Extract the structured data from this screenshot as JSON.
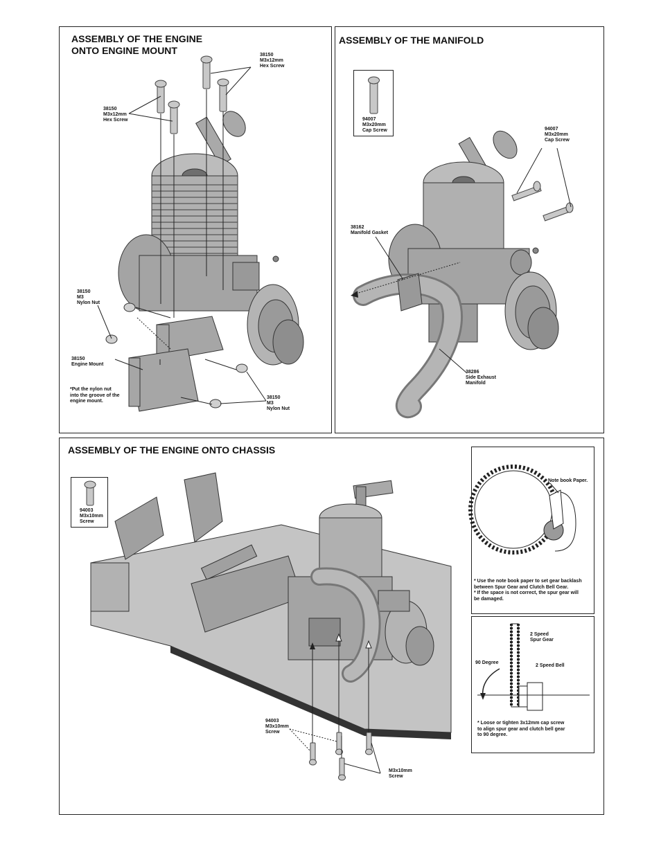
{
  "engine_mount": {
    "title": "ASSEMBLY OF THE ENGINE\nONTO ENGINE MOUNT",
    "label_hex_screw_top": "38150\nM3x12mm\nHex Screw",
    "label_hex_screw_left": "38150\nM3x12mm\nHex Screw",
    "label_nylon_nut_left": "38150\nM3\nNylon Nut",
    "label_engine_mount": "38150\nEngine Mount",
    "label_nylon_nut_right": "38150\nM3\nNylon Nut",
    "note": "*Put the nylon nut\n  into the groove of the\n  engine mount."
  },
  "manifold": {
    "title": "ASSEMBLY OF THE MANIFOLD",
    "label_cap_screw_box": "94007\nM3x20mm\nCap Screw",
    "label_cap_screw": "94007\nM3x20mm\nCap Screw",
    "label_gasket": "38162\nManifold Gasket",
    "label_exhaust": "38286\nSide Exhaust\nManifold"
  },
  "chassis": {
    "title": "ASSEMBLY OF THE ENGINE ONTO CHASSIS",
    "label_screw_box": "94003\nM3x10mm\nScrew",
    "label_screw_bottom": "94003\nM3x10mm\nScrew",
    "label_m3_screw": "M3x10mm\nScrew",
    "backlash": {
      "label_paper": "Note book Paper.",
      "note": "* Use the note book paper to set gear backlash\n   between Spur Gear and Clutch Bell Gear.\n* If the space is not correct, the spur gear will\n   be damaged."
    },
    "alignment": {
      "label_spur": "2 Speed\nSpur Gear",
      "label_degree": "90 Degree",
      "label_bell": "2 Speed Bell",
      "note": "* Loose or tighten 3x12mm cap screw\n   to align spur gear and clutch bell gear\n   to 90 degree."
    }
  }
}
